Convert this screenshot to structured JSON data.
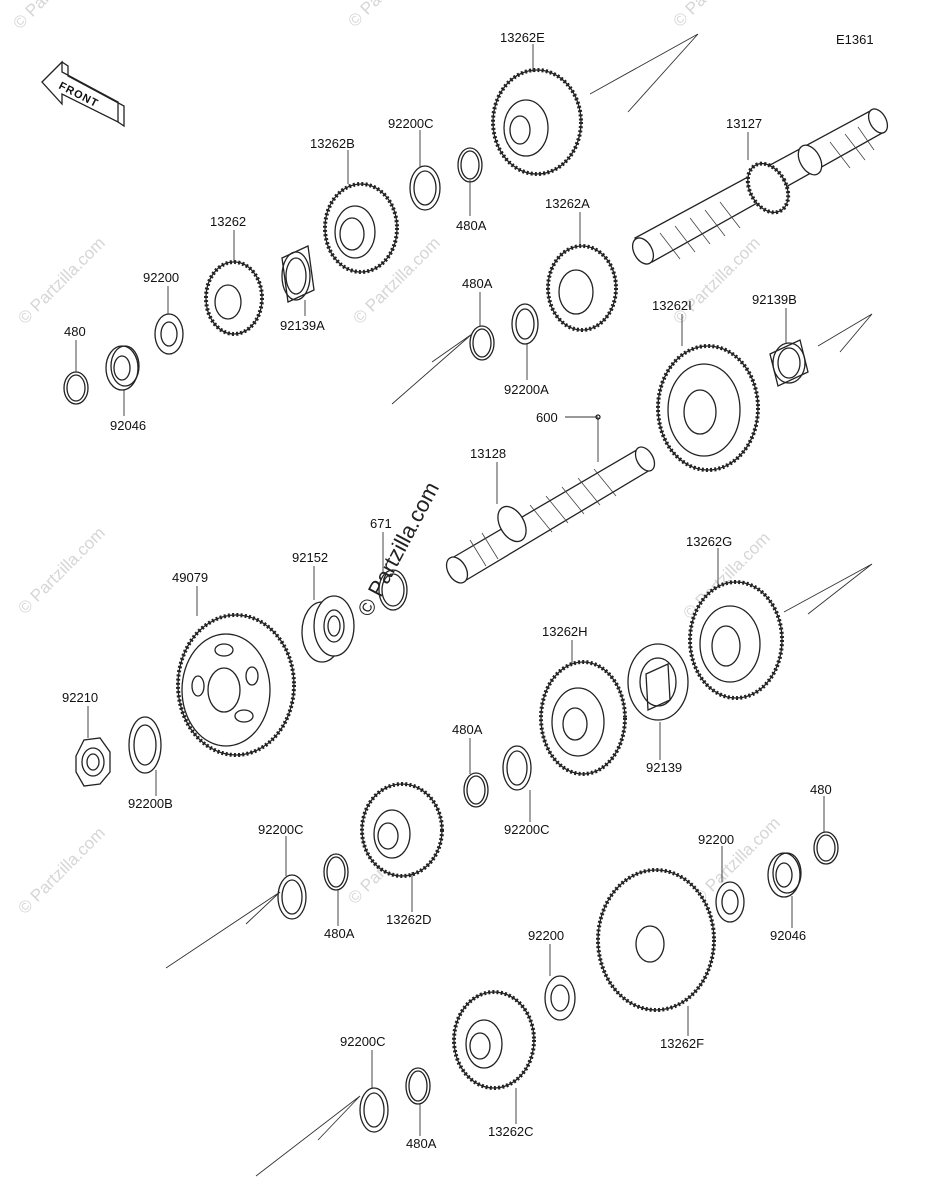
{
  "diagram_code": "E1361",
  "front_label": "FRONT",
  "watermark_text": "© Partzilla.com",
  "watermark_center": "© Partzilla.com",
  "labels": {
    "p13262E": "13262E",
    "p13127": "13127",
    "p92200C_top": "92200C",
    "p13262B": "13262B",
    "p480A_top": "480A",
    "p13262A": "13262A",
    "p13262": "13262",
    "p92200_top": "92200",
    "p92139A": "92139A",
    "p480_top": "480",
    "p92046_top": "92046",
    "p480A_mid": "480A",
    "p92200A": "92200A",
    "p13262I": "13262I",
    "p92139B": "92139B",
    "p600": "600",
    "p13128": "13128",
    "p671": "671",
    "p92152": "92152",
    "p49079": "49079",
    "p13262G": "13262G",
    "p13262H": "13262H",
    "p92210": "92210",
    "p92200B": "92200B",
    "p480A_low": "480A",
    "p92200C_low": "92200C",
    "p92139": "92139",
    "p92200C_left": "92200C",
    "p480A_left": "480A",
    "p13262D": "13262D",
    "p480_bottom": "480",
    "p92200_right": "92200",
    "p92046_bottom": "92046",
    "p92200_bottom": "92200",
    "p13262F": "13262F",
    "p92200C_bottom": "92200C",
    "p480A_bottom": "480A",
    "p13262C": "13262C"
  }
}
